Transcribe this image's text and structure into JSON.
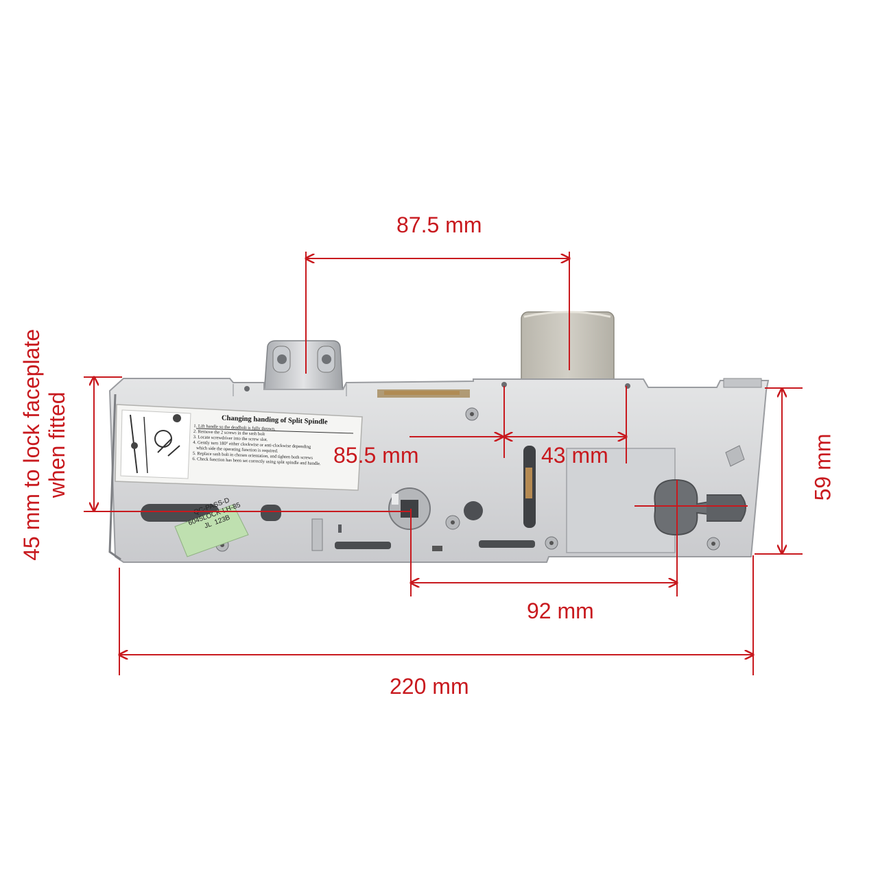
{
  "colors": {
    "dimension": "#c8191e",
    "plate": "#d9dadb",
    "plate_edge": "#9a9ca0",
    "bolt": "#c4c1b8",
    "sticker_green": "#bfe0b0",
    "background": "#ffffff"
  },
  "dimensions": {
    "bolt_spacing": "87.5 mm",
    "spindle_offset": "85.5 mm",
    "bolt_to_edge": "43 mm",
    "centres": "92 mm",
    "overall_length": "220 mm",
    "body_height": "59 mm",
    "faceplate_line1": "45 mm to lock faceplate",
    "faceplate_line2": "when fitted"
  },
  "instruction_label": {
    "title": "Changing handing of Split Spindle",
    "steps": [
      "1. Lift handle so the deadbolt is fully thrown.",
      "2. Remove the 2 screws in the sash bolt",
      "3. Locate screwdriver into the screw slot.",
      "4. Gently turn 180° either clockwise or anti-clockwise depending",
      "   which side the operating function is required.",
      "5. Replace sash bolt in chosen orientation, and tighten both screws",
      "6. Check function has been set correctly using split spindle and handle."
    ]
  },
  "qc_label": {
    "lines": [
      "QC-PASS-D",
      "6045LOCK-LH-85",
      "JL  123B"
    ]
  }
}
